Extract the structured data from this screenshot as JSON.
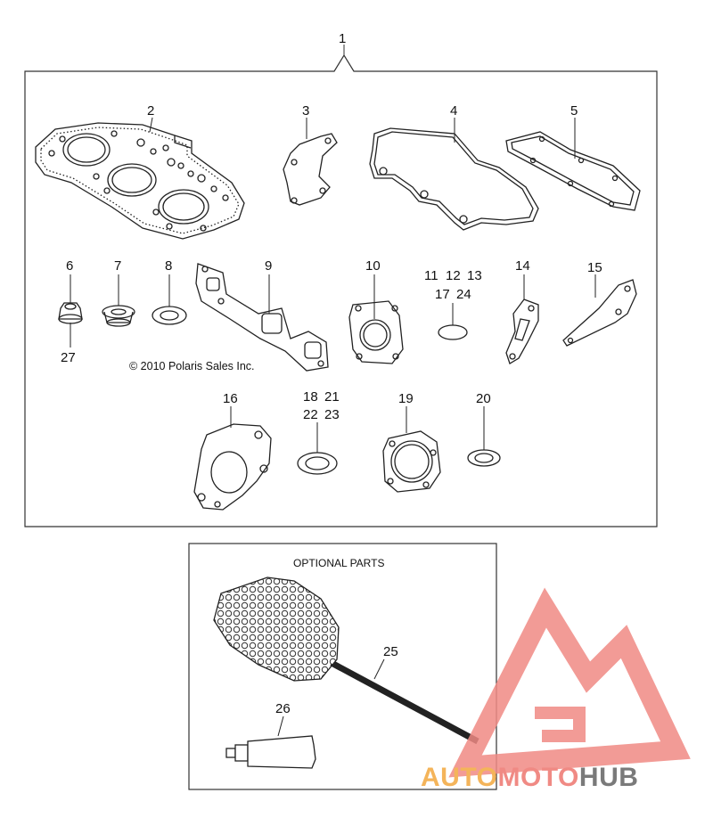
{
  "callouts": {
    "c1": "1",
    "c2": "2",
    "c3": "3",
    "c4": "4",
    "c5": "5",
    "c6": "6",
    "c7": "7",
    "c8": "8",
    "c9": "9",
    "c10": "10",
    "c11": "11",
    "c12": "12",
    "c13": "13",
    "c14": "14",
    "c15": "15",
    "c16": "16",
    "c17": "17",
    "c18": "18",
    "c19": "19",
    "c20": "20",
    "c21": "21",
    "c22": "22",
    "c23": "23",
    "c24": "24",
    "c25": "25",
    "c26": "26",
    "c27": "27"
  },
  "copyright": "© 2010 Polaris Sales Inc.",
  "optional_title": "OPTIONAL PARTS",
  "watermark": {
    "part1": "AUTO",
    "part2": "MOTO",
    "part3": "HUB",
    "color_light": "#f4b45a",
    "color_main": "#f08a84",
    "color_dark": "#7a7a7a"
  }
}
